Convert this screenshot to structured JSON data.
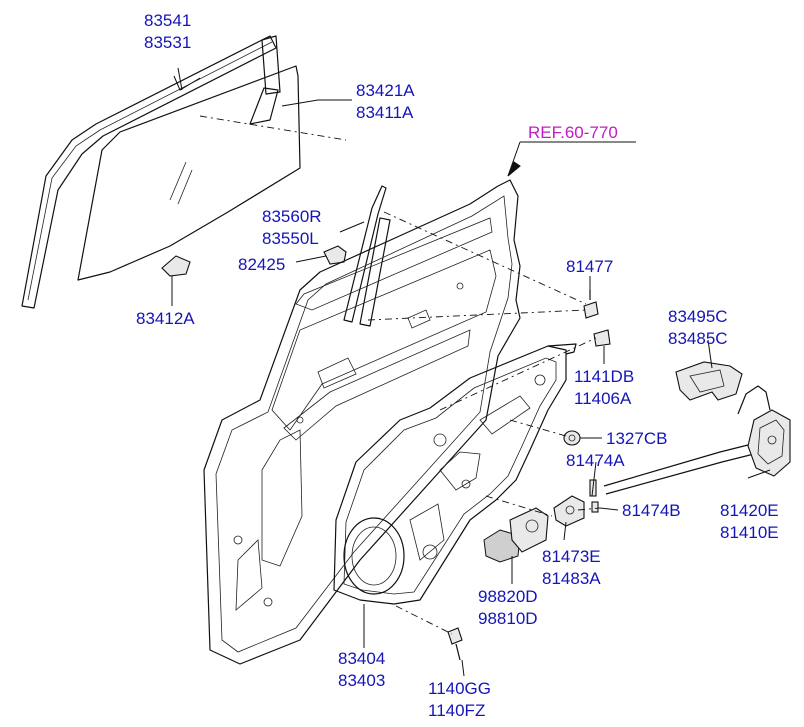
{
  "labels": {
    "glass_run_a": "83541",
    "glass_run_b": "83531",
    "glass_a": "83421A",
    "glass_b": "83411A",
    "reference": "REF.60-770",
    "channel_a": "83560R",
    "channel_b": "83550L",
    "clip": "82425",
    "holder": "83412A",
    "bolt_top": "81477",
    "bolt_a": "1141DB",
    "bolt_b": "11406A",
    "nut": "1327CB",
    "striker": "81474A",
    "rod": "81474B",
    "ratchet_a": "81473E",
    "ratchet_b": "81483A",
    "cover_a": "83495C",
    "cover_b": "83485C",
    "latch_a": "81420E",
    "latch_b": "81410E",
    "motor_a": "98820D",
    "motor_b": "98810D",
    "module_a": "83404",
    "module_b": "83403",
    "screw_a": "1140GG",
    "screw_b": "1140FZ"
  },
  "colors": {
    "label": "#1515b8",
    "reference": "#c21cc4",
    "line": "#111111"
  }
}
